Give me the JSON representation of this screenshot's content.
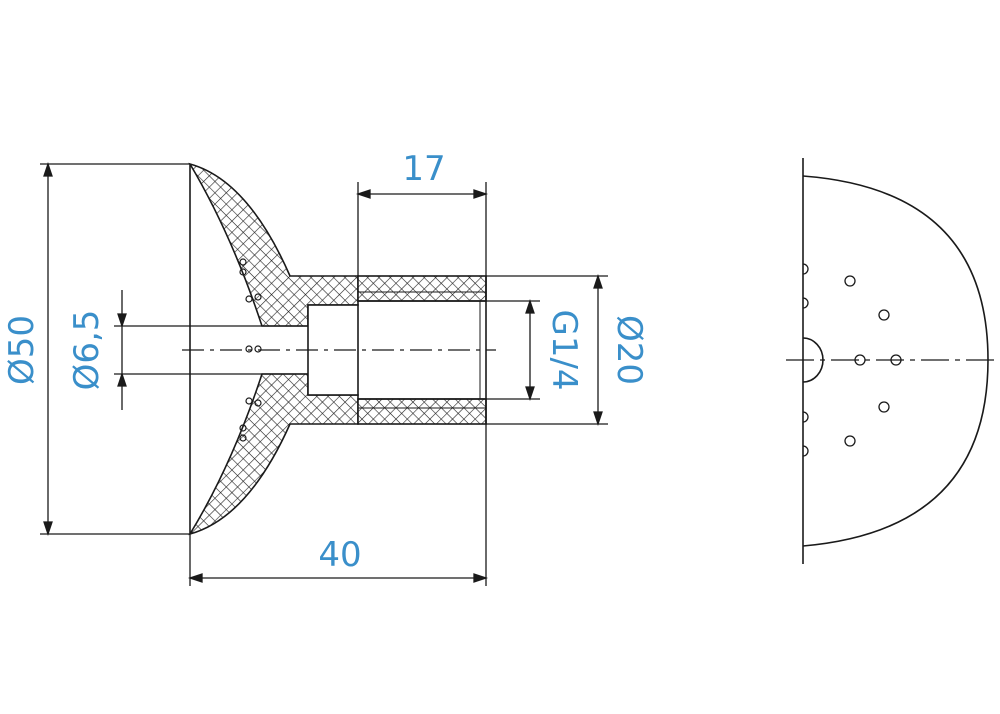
{
  "drawing": {
    "dimensions": {
      "length_top": "17",
      "length_bottom": "40",
      "diameter_outer": "Ø50",
      "diameter_bore": "Ø6,5",
      "thread": "G1/4",
      "diameter_neck": "Ø20"
    },
    "colors": {
      "dimension_text": "#3a8fca",
      "line": "#1a1a1a",
      "background": "#ffffff"
    }
  }
}
